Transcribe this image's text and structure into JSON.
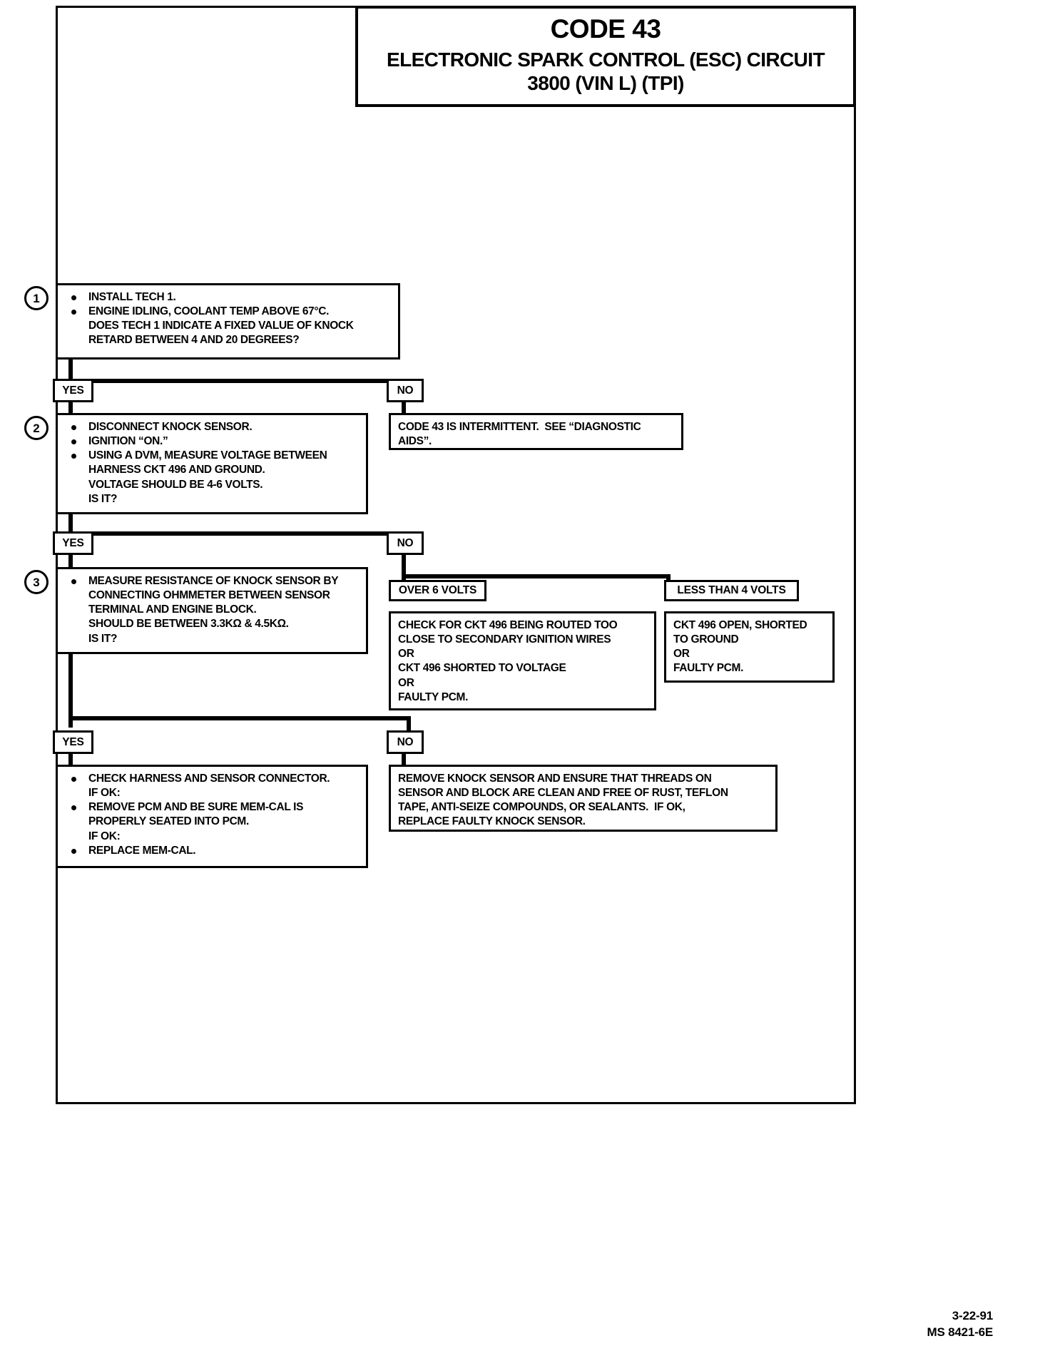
{
  "title": {
    "code": "CODE 43",
    "line1": "ELECTRONIC SPARK CONTROL (ESC) CIRCUIT",
    "line2": "3800  (VIN L)  (TPI)"
  },
  "steps": {
    "step1": {
      "number": "1",
      "lines": [
        {
          "bullet": true,
          "text": "INSTALL TECH 1."
        },
        {
          "bullet": true,
          "text": "ENGINE IDLING, COOLANT TEMP ABOVE 67°C."
        },
        {
          "bullet": false,
          "text": "DOES TECH 1 INDICATE  A FIXED VALUE OF KNOCK"
        },
        {
          "bullet": false,
          "text": "RETARD BETWEEN 4 AND 20 DEGREES?"
        }
      ]
    },
    "step2": {
      "number": "2",
      "lines": [
        {
          "bullet": true,
          "text": "DISCONNECT KNOCK SENSOR."
        },
        {
          "bullet": true,
          "text": "IGNITION “ON.”"
        },
        {
          "bullet": true,
          "text": "USING A DVM, MEASURE VOLTAGE BETWEEN"
        },
        {
          "bullet": false,
          "text": "HARNESS CKT 496 AND GROUND."
        },
        {
          "bullet": false,
          "text": "VOLTAGE SHOULD BE 4-6 VOLTS."
        },
        {
          "bullet": false,
          "text": "IS IT?"
        }
      ]
    },
    "step3": {
      "number": "3",
      "lines": [
        {
          "bullet": true,
          "text": "MEASURE RESISTANCE OF KNOCK SENSOR BY"
        },
        {
          "bullet": false,
          "text": "CONNECTING OHMMETER BETWEEN SENSOR"
        },
        {
          "bullet": false,
          "text": "TERMINAL AND ENGINE BLOCK."
        },
        {
          "bullet": false,
          "text": "SHOULD BE BETWEEN 3.3KΩ & 4.5KΩ."
        },
        {
          "bullet": false,
          "text": "IS IT?"
        }
      ]
    }
  },
  "tags": {
    "yes1": "YES",
    "no1": "NO",
    "yes2": "YES",
    "no2": "NO",
    "yes3": "YES",
    "no3": "NO",
    "over6": "OVER 6 VOLTS",
    "less4": "LESS THAN 4 VOLTS"
  },
  "results": {
    "intermittent": [
      "CODE 43 IS INTERMITTENT.  SEE “DIAGNOSTIC",
      "AIDS”."
    ],
    "over6volts": [
      "CHECK FOR CKT 496 BEING ROUTED TOO",
      "CLOSE TO SECONDARY IGNITION WIRES",
      "OR",
      "CKT 496 SHORTED TO VOLTAGE",
      "OR",
      "FAULTY PCM."
    ],
    "lessthan4volts": [
      "CKT 496 OPEN, SHORTED",
      "TO GROUND",
      "OR",
      "FAULTY PCM."
    ],
    "yes_final": [
      {
        "bullet": true,
        "text": "CHECK HARNESS AND SENSOR CONNECTOR."
      },
      {
        "bullet": false,
        "text": "IF OK:"
      },
      {
        "bullet": true,
        "text": "REMOVE PCM AND BE SURE MEM-CAL IS"
      },
      {
        "bullet": false,
        "text": "PROPERLY SEATED INTO PCM."
      },
      {
        "bullet": false,
        "text": "IF OK:"
      },
      {
        "bullet": true,
        "text": "REPLACE MEM-CAL."
      }
    ],
    "no_final": [
      "REMOVE KNOCK SENSOR AND ENSURE THAT THREADS ON",
      "SENSOR AND BLOCK ARE CLEAN AND FREE OF RUST, TEFLON",
      "TAPE, ANTI-SEIZE COMPOUNDS, OR SEALANTS.  IF OK,",
      "REPLACE FAULTY KNOCK SENSOR."
    ]
  },
  "footer": {
    "date": "3-22-91",
    "doc_id": "MS 8421-6E"
  }
}
